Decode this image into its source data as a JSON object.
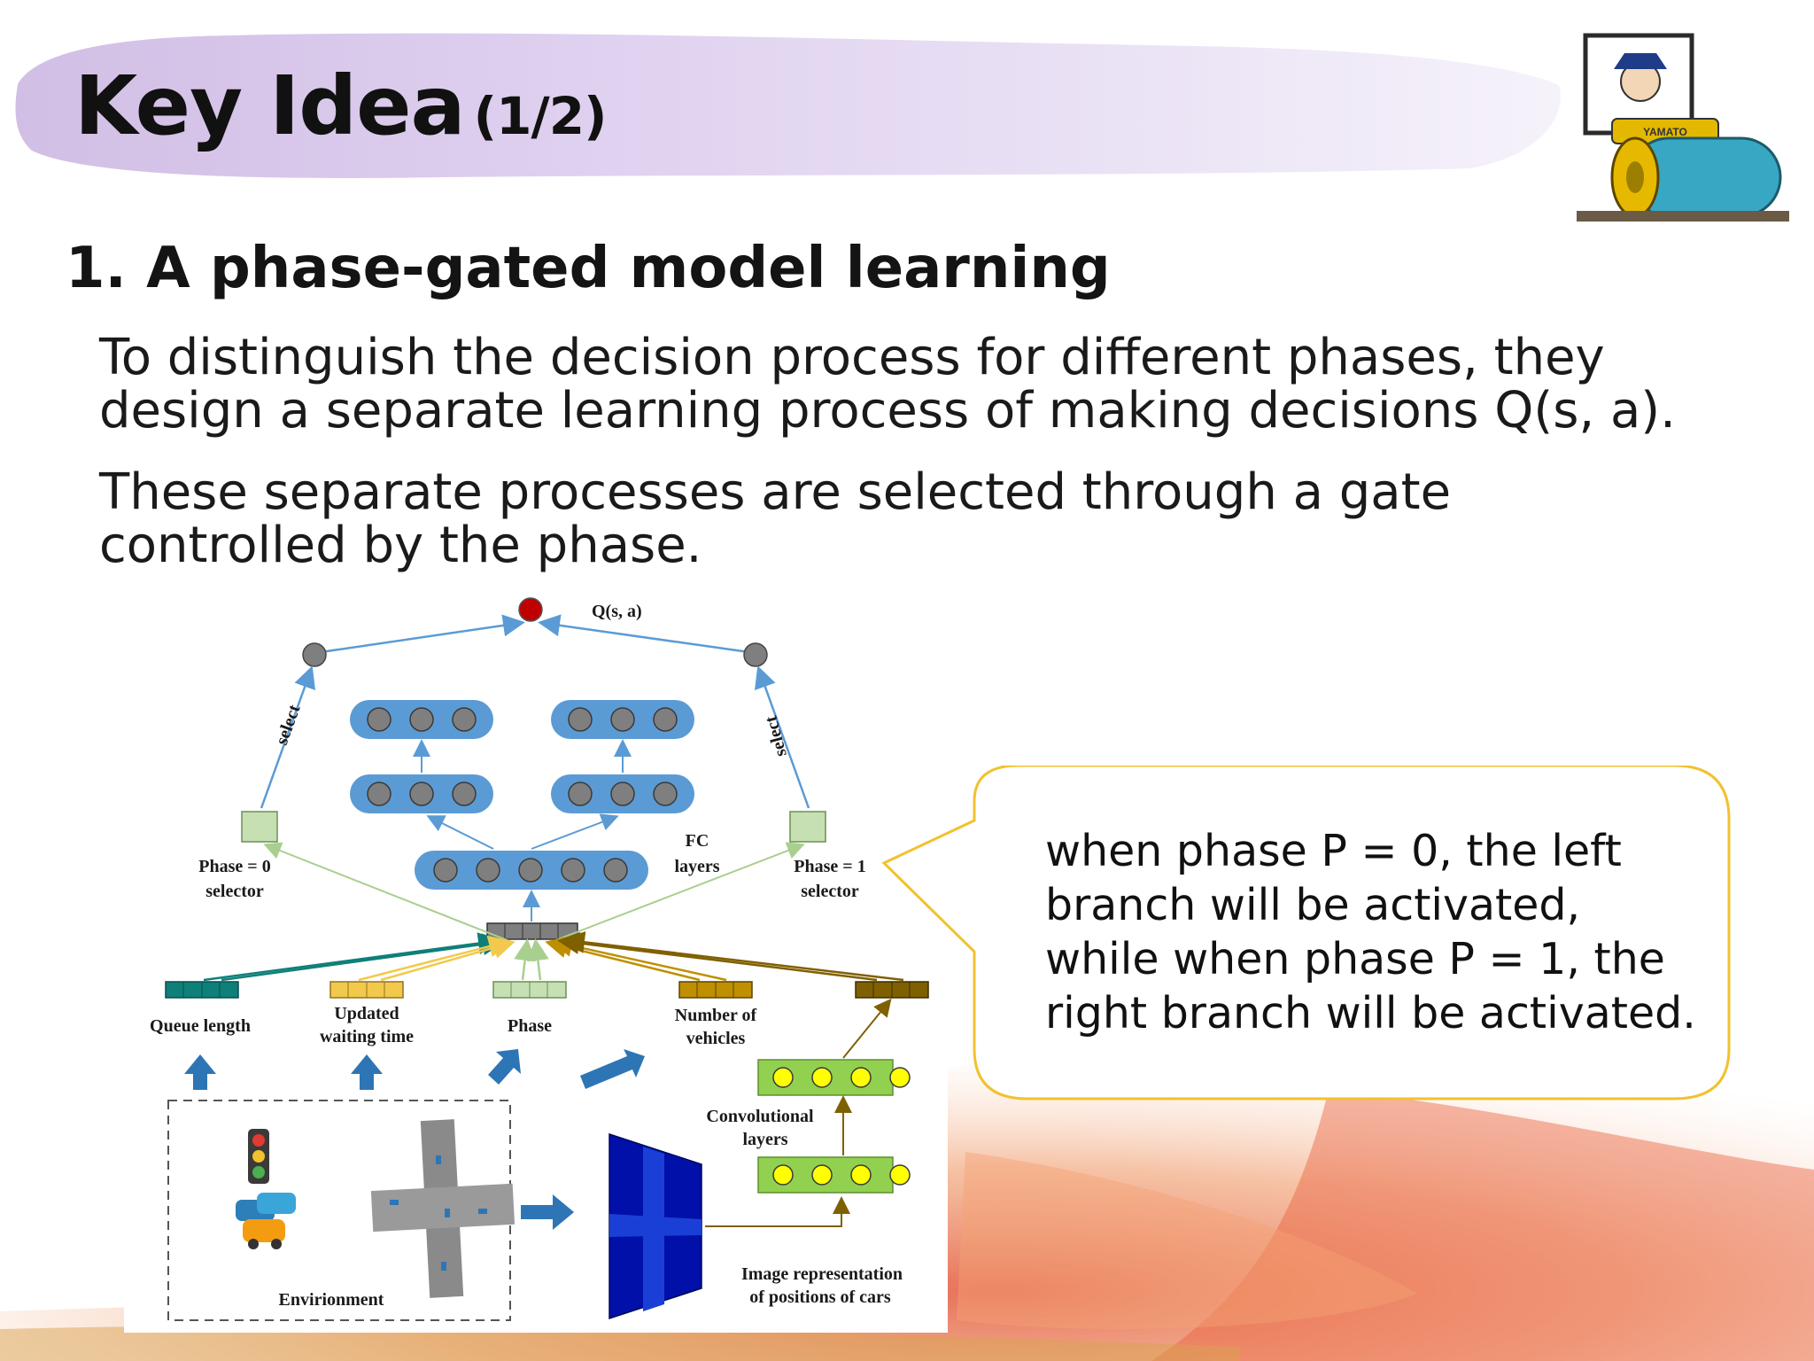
{
  "slide": {
    "title": "Key Idea",
    "title_suffix": "(1/2)",
    "heading": "1. A phase-gated model learning",
    "paragraph1": "To distinguish the decision process for different phases, they design a separate learning process of making decisions Q(s, a).",
    "paragraph2": "These separate processes are selected through a gate controlled by the phase."
  },
  "mascot": {
    "badge": "YAMATO"
  },
  "diagram": {
    "output_label": "Q(s, a)",
    "select_left": "select",
    "select_right": "select",
    "fc_label_1": "FC",
    "fc_label_2": "layers",
    "selector0_line1": "Phase = 0",
    "selector0_line2": "selector",
    "selector1_line1": "Phase = 1",
    "selector1_line2": "selector",
    "feat_queue": "Queue length",
    "feat_wait_1": "Updated",
    "feat_wait_2": "waiting time",
    "feat_phase": "Phase",
    "feat_veh_1": "Number of",
    "feat_veh_2": "vehicles",
    "conv_1": "Convolutional",
    "conv_2": "layers",
    "env_label": "Envirionment",
    "img_1": "Image representation",
    "img_2": "of positions of cars"
  },
  "callout": {
    "lines": [
      "when phase P = 0, the left",
      "branch will be activated,",
      "while when phase P = 1, the",
      "right branch will be activated."
    ]
  },
  "colors": {
    "node_blue": "#5b9bd5",
    "node_gray": "#7f7f7f",
    "output_red": "#c00000",
    "queue_teal": "#0f7f79",
    "wait_yellow": "#f2c94c",
    "phase_green": "#c6e0b4",
    "vehicle_gold": "#bf8f00",
    "image_brown": "#7f6000",
    "callout_border": "#f2c12e"
  }
}
